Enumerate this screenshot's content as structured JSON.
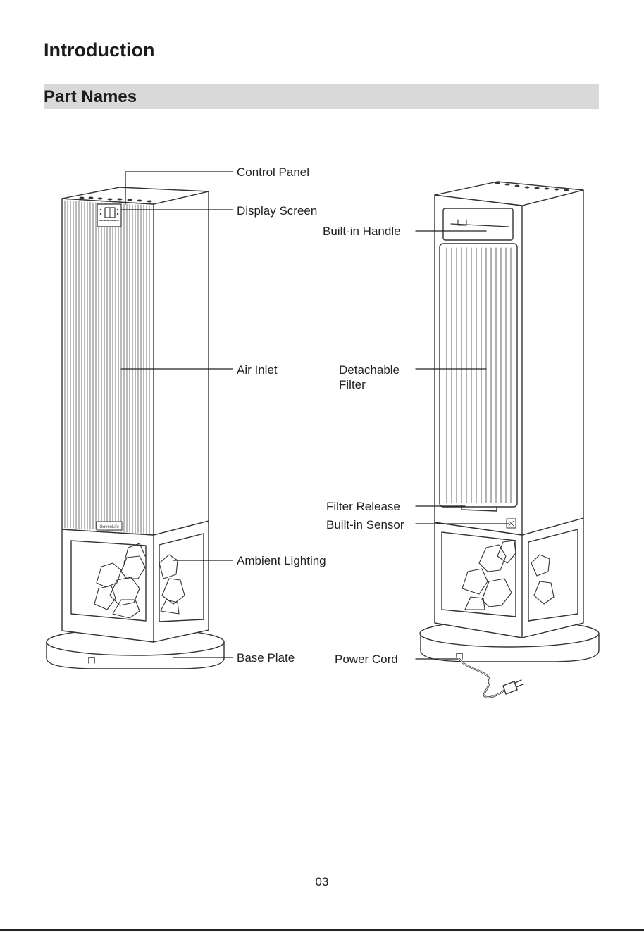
{
  "page": {
    "title": "Introduction",
    "section_title": "Part Names",
    "page_number": "03"
  },
  "brand_logo": "GoveeLife",
  "labels": {
    "control_panel": "Control Panel",
    "display_screen": "Display Screen",
    "built_in_handle": "Built-in Handle",
    "air_inlet": "Air Inlet",
    "detachable_filter_line1": "Detachable",
    "detachable_filter_line2": "Filter",
    "filter_release": "Filter Release",
    "built_in_sensor": "Built-in Sensor",
    "ambient_lighting": "Ambient Lighting",
    "base_plate": "Base Plate",
    "power_cord": "Power Cord"
  }
}
